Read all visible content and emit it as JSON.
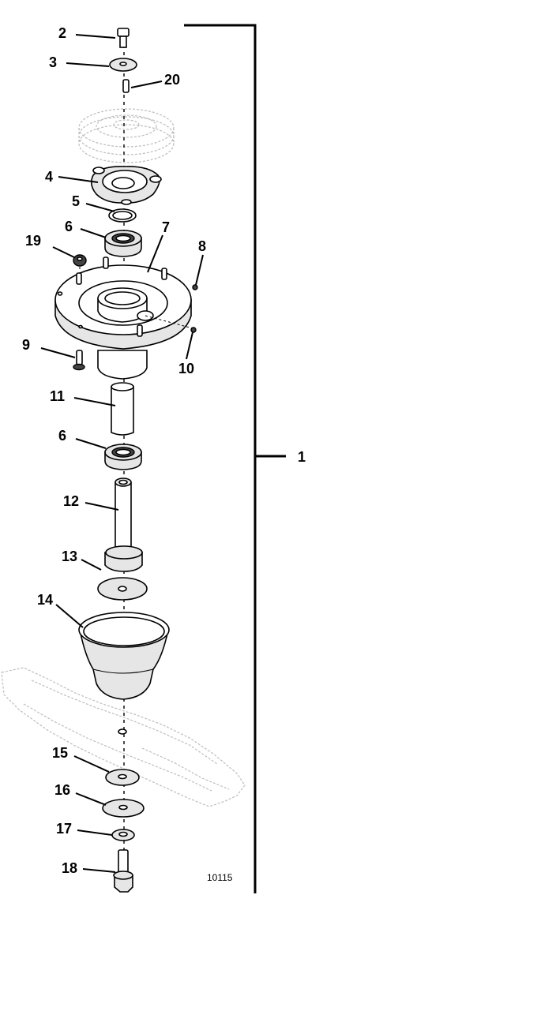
{
  "figure_id": "10115",
  "assembly_callout": "1",
  "callouts": [
    {
      "key": "c2",
      "label": "2"
    },
    {
      "key": "c3",
      "label": "3"
    },
    {
      "key": "c20",
      "label": "20"
    },
    {
      "key": "c4",
      "label": "4"
    },
    {
      "key": "c5",
      "label": "5"
    },
    {
      "key": "c6a",
      "label": "6"
    },
    {
      "key": "c7",
      "label": "7"
    },
    {
      "key": "c19",
      "label": "19"
    },
    {
      "key": "c8",
      "label": "8"
    },
    {
      "key": "c9",
      "label": "9"
    },
    {
      "key": "c10",
      "label": "10"
    },
    {
      "key": "c11",
      "label": "11"
    },
    {
      "key": "c6b",
      "label": "6"
    },
    {
      "key": "c12",
      "label": "12"
    },
    {
      "key": "c13",
      "label": "13"
    },
    {
      "key": "c14",
      "label": "14"
    },
    {
      "key": "c15",
      "label": "15"
    },
    {
      "key": "c16",
      "label": "16"
    },
    {
      "key": "c17",
      "label": "17"
    },
    {
      "key": "c18",
      "label": "18"
    }
  ]
}
